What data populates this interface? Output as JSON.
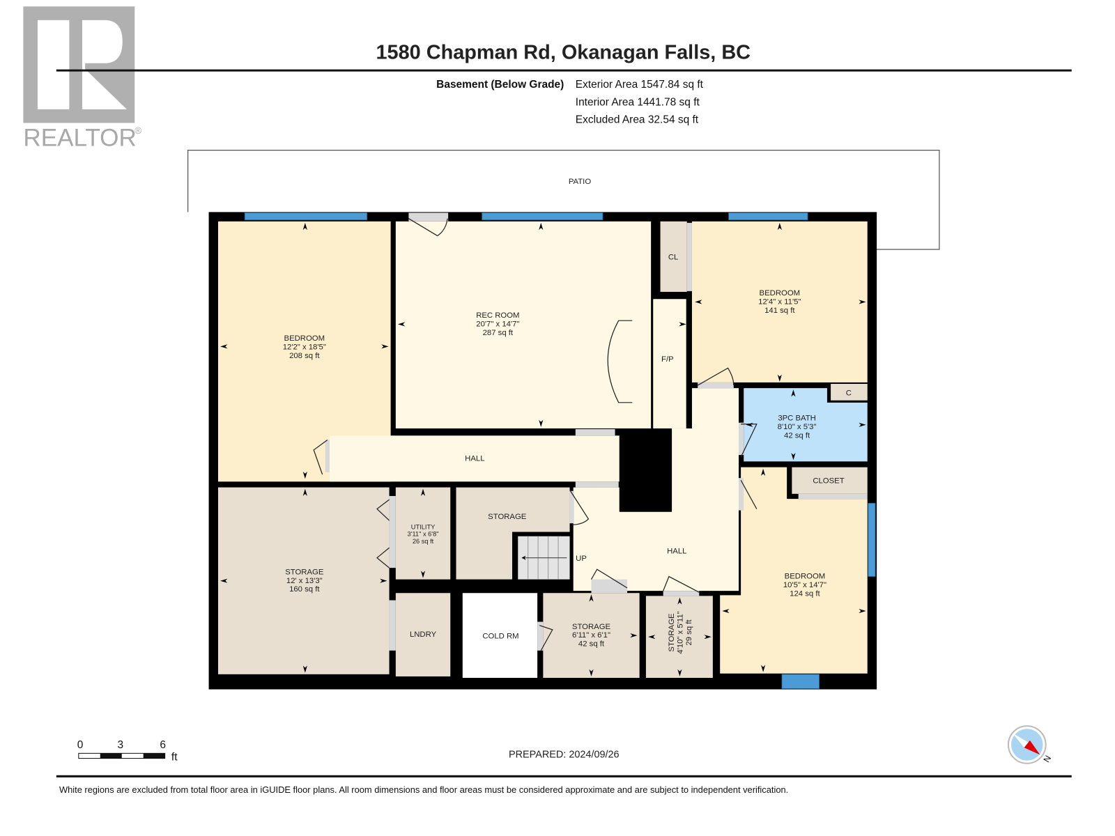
{
  "header": {
    "title": "1580 Chapman Rd, Okanagan Falls, BC",
    "logo_text": "REALTOR",
    "logo_mark": "®",
    "floor_label": "Basement (Below Grade)",
    "exterior_area": "Exterior Area 1547.84 sq ft",
    "interior_area": "Interior Area 1441.78 sq ft",
    "excluded_area": "Excluded Area 32.54 sq ft"
  },
  "rooms": {
    "patio": {
      "name": "PATIO"
    },
    "bedroom_w": {
      "name": "BEDROOM",
      "dims": "12'2\" x 18'5\"",
      "area": "208 sq ft"
    },
    "rec_room": {
      "name": "REC ROOM",
      "dims": "20'7\" x 14'7\"",
      "area": "287 sq ft"
    },
    "closet_cl": {
      "name": "CL"
    },
    "fireplace": {
      "name": "F/P"
    },
    "bedroom_ne": {
      "name": "BEDROOM",
      "dims": "12'4\" x 11'5\"",
      "area": "141 sq ft"
    },
    "closet_c": {
      "name": "C"
    },
    "bath": {
      "name": "3PC BATH",
      "dims": "8'10\" x 5'3\"",
      "area": "42 sq ft"
    },
    "closet": {
      "name": "CLOSET"
    },
    "hall_upper": {
      "name": "HALL"
    },
    "hall_lower": {
      "name": "HALL"
    },
    "storage_w": {
      "name": "STORAGE",
      "dims": "12' x 13'3\"",
      "area": "160 sq ft"
    },
    "utility": {
      "name": "UTILITY",
      "dims": "3'11\" x 6'8\"",
      "area": "26 sq ft"
    },
    "storage_mid": {
      "name": "STORAGE"
    },
    "stairs": {
      "name": "UP"
    },
    "laundry": {
      "name": "LNDRY"
    },
    "cold_room": {
      "name": "COLD RM"
    },
    "storage_s": {
      "name": "STORAGE",
      "dims": "6'11\" x 6'1\"",
      "area": "42 sq ft"
    },
    "storage_se": {
      "name": "STORAGE",
      "dims": "4'10\" x 5'11\"",
      "area": "29 sq ft"
    },
    "bedroom_se": {
      "name": "BEDROOM",
      "dims": "10'5\" x 14'7\"",
      "area": "124 sq ft"
    }
  },
  "scale_bar": {
    "ticks": [
      "0",
      "3",
      "6"
    ],
    "unit": "ft"
  },
  "prepared": "PREPARED: 2024/09/26",
  "compass": {
    "label": "N"
  },
  "footer": {
    "disclaimer": "White regions are excluded from total floor area in iGUIDE floor plans. All room dimensions and floor areas must be considered approximate and are subject to independent verification."
  },
  "colors": {
    "bedroom": "#fdefcc",
    "rec_room": "#fef8e4",
    "storage": "#e8dfd0",
    "bath": "#bfe2fb",
    "window": "#4a9bd6",
    "wall": "#000000"
  }
}
